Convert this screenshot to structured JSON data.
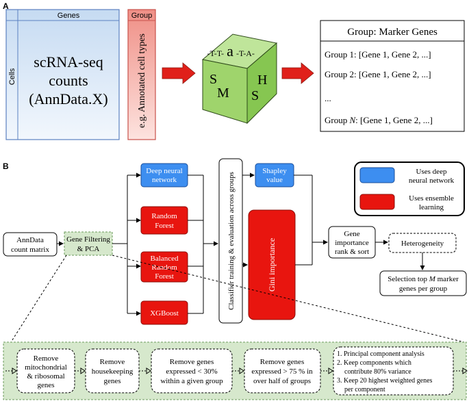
{
  "panel_labels": {
    "a": "A",
    "b": "B"
  },
  "panel_a": {
    "matrix": {
      "genes_label": "Genes",
      "cells_label": "Cells",
      "main_text_lines": [
        "scRNA-seq",
        "counts",
        "(AnnData.X)"
      ]
    },
    "group_column": {
      "header": "Group",
      "rotated_text": "e.g. Annotated cell types"
    },
    "cube": {
      "top_text_left": "-T-T-",
      "top_text_letter": "a",
      "top_text_right": "-T-A-",
      "front_s": "S",
      "front_m": "M",
      "right_h": "H",
      "right_s": "S"
    },
    "marker_box": {
      "title": "Group: Marker Genes",
      "row1": "Group 1: [Gene 1, Gene 2, ...]",
      "row2": "Group 2: [Gene 1, Gene 2, ...]",
      "row3": "...",
      "row4_prefix": "Group ",
      "row4_n": "N",
      "row4_suffix": ": [Gene 1, Gene 2, ...]"
    }
  },
  "panel_b": {
    "anndata": [
      "AnnData",
      "count matrix"
    ],
    "gene_filtering": [
      "Gene Filtering",
      "& PCA"
    ],
    "classifiers": {
      "dnn": [
        "Deep neural",
        "network"
      ],
      "rf": [
        "Random",
        "Forest"
      ],
      "brf": [
        "Balanced",
        "Random",
        "Forest"
      ],
      "xgb": [
        "XGBoost"
      ]
    },
    "classifier_training": "Classifier training & evaluation across groups",
    "shapley": [
      "Shapley",
      "value"
    ],
    "gini": "Gini importance",
    "gene_importance": [
      "Gene",
      "importance",
      "rank & sort"
    ],
    "heterogeneity": "Heterogeneity",
    "selection": [
      "Selection top ",
      "M",
      " marker",
      "genes per group"
    ],
    "legend": {
      "deep": [
        "Uses deep",
        "neural network"
      ],
      "ensemble": [
        "Uses ensemble",
        "learning"
      ]
    },
    "pipeline_steps": {
      "step1": [
        "Remove",
        "mitochondrial",
        "& ribosomal",
        "genes"
      ],
      "step2": [
        "Remove",
        "housekeeping",
        "genes"
      ],
      "step3": [
        "Remove genes",
        "expressed < 30%",
        "within a given group"
      ],
      "step4": [
        "Remove genes",
        "expressed > 75 % in",
        "over half of groups"
      ],
      "step5": [
        "1. Principal component analysis",
        "2. Keep components which",
        "contribute 80% variance",
        "3. Keep 20 highest weighted genes",
        "per component"
      ]
    }
  },
  "colors": {
    "matrix_blue": "#cfe0f3",
    "group_red": "#f3a39a",
    "cube_green": "#b5e08a",
    "arrow_red": "#e0201a",
    "dnn_blue": "#3d8ef0",
    "ensemble_red": "#e8150f",
    "filter_green": "#d6e8cc"
  }
}
